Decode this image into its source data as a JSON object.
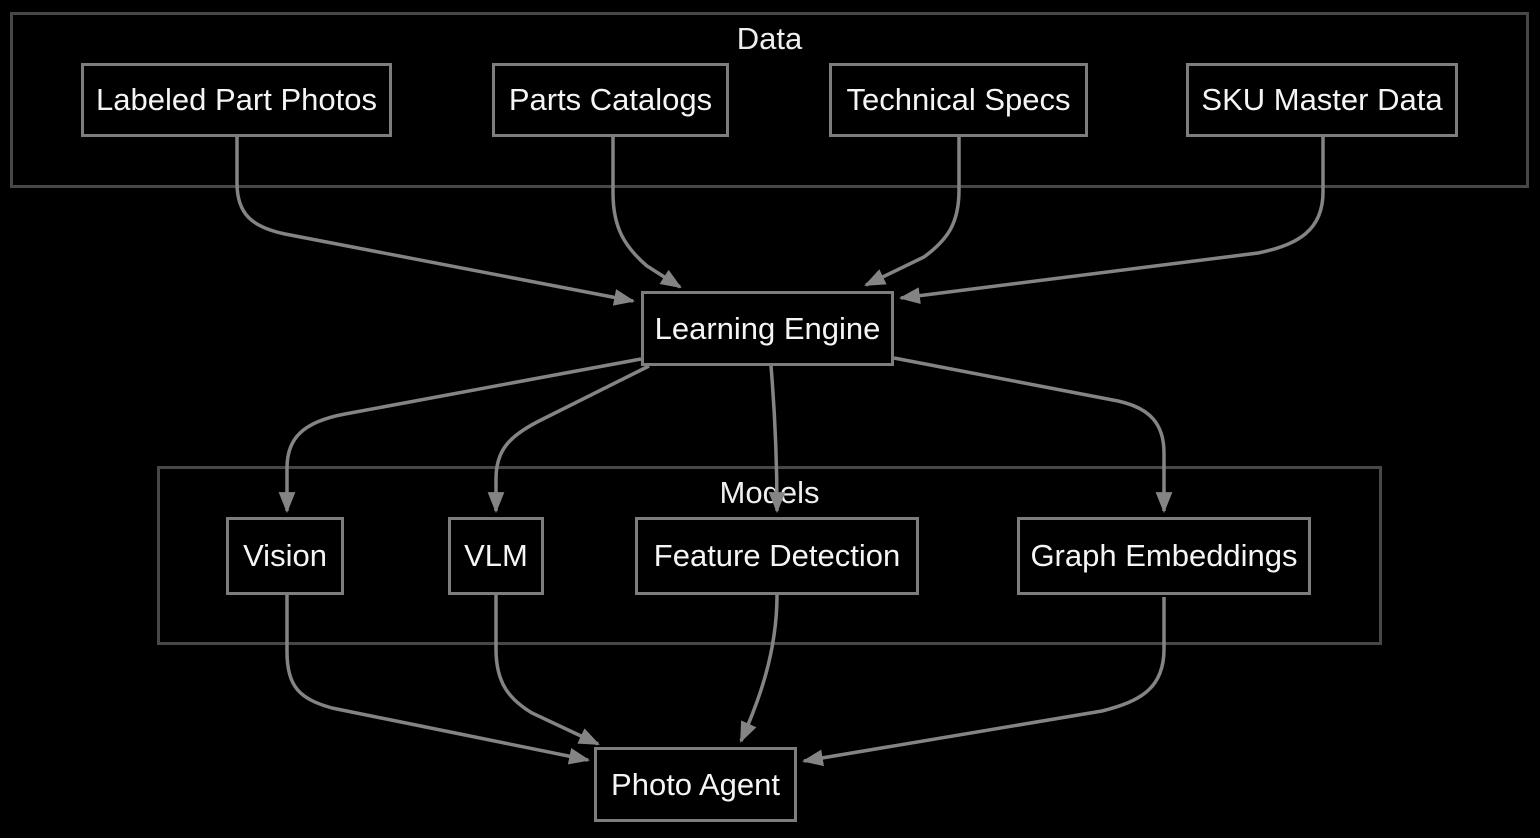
{
  "diagram": {
    "type": "flowchart",
    "clusters": {
      "data": {
        "label": "Data"
      },
      "models": {
        "label": "Models"
      }
    },
    "nodes": {
      "labeled_part_photos": {
        "label": "Labeled Part Photos"
      },
      "parts_catalogs": {
        "label": "Parts Catalogs"
      },
      "technical_specs": {
        "label": "Technical Specs"
      },
      "sku_master_data": {
        "label": "SKU Master Data"
      },
      "learning_engine": {
        "label": "Learning Engine"
      },
      "vision": {
        "label": "Vision"
      },
      "vlm": {
        "label": "VLM"
      },
      "feature_detection": {
        "label": "Feature Detection"
      },
      "graph_embeddings": {
        "label": "Graph Embeddings"
      },
      "photo_agent": {
        "label": "Photo Agent"
      }
    },
    "edges": [
      {
        "from": "Labeled Part Photos",
        "to": "Learning Engine"
      },
      {
        "from": "Parts Catalogs",
        "to": "Learning Engine"
      },
      {
        "from": "Technical Specs",
        "to": "Learning Engine"
      },
      {
        "from": "SKU Master Data",
        "to": "Learning Engine"
      },
      {
        "from": "Learning Engine",
        "to": "Vision"
      },
      {
        "from": "Learning Engine",
        "to": "VLM"
      },
      {
        "from": "Learning Engine",
        "to": "Feature Detection"
      },
      {
        "from": "Learning Engine",
        "to": "Graph Embeddings"
      },
      {
        "from": "Vision",
        "to": "Photo Agent"
      },
      {
        "from": "VLM",
        "to": "Photo Agent"
      },
      {
        "from": "Feature Detection",
        "to": "Photo Agent"
      },
      {
        "from": "Graph Embeddings",
        "to": "Photo Agent"
      }
    ],
    "colors": {
      "background": "#000000",
      "node_border": "#7d7d7d",
      "cluster_border": "#474747",
      "edge": "#848484",
      "text": "#f5f5f5"
    }
  }
}
